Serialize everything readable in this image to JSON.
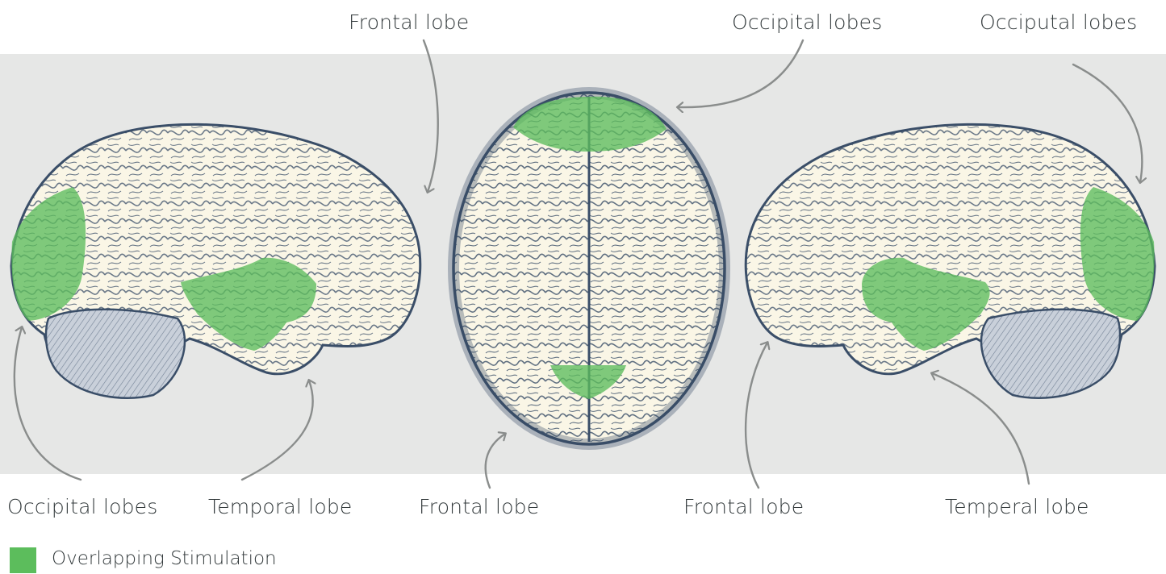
{
  "labels": {
    "top_left": "Frontal lobe",
    "top_center": "Occipital lobes",
    "top_right": "Occiputal lobes",
    "bottom_1": "Occipital lobes",
    "bottom_2": "Temporal lobe",
    "bottom_3": "Frontal lobe",
    "bottom_4": "Frontal lobe",
    "bottom_5": "Temperal lobe"
  },
  "legend": {
    "label": "Overlapping Stimulation",
    "color": "#5cbd5c"
  },
  "colors": {
    "background_band": "#e6e7e6",
    "brain_fill": "#faf6e6",
    "brain_ink": "#3a4e68",
    "highlight": "#5cbd5c",
    "arrow": "#8a8d8c"
  }
}
